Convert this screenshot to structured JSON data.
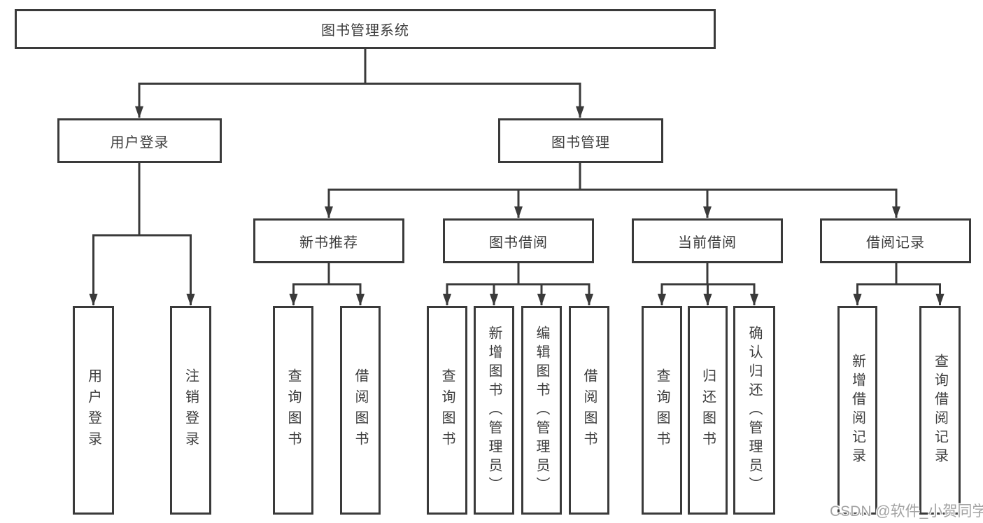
{
  "diagram": {
    "root": {
      "label": "图书管理系统"
    },
    "level2": [
      {
        "label": "用户登录"
      },
      {
        "label": "图书管理"
      }
    ],
    "level3": [
      {
        "label": "新书推荐"
      },
      {
        "label": "图书借阅"
      },
      {
        "label": "当前借阅"
      },
      {
        "label": "借阅记录"
      }
    ],
    "leaves": [
      {
        "label": "用户登录",
        "parent": "用户登录"
      },
      {
        "label": "注销登录",
        "parent": "用户登录"
      },
      {
        "label": "查询图书",
        "parent": "新书推荐"
      },
      {
        "label": "借阅图书",
        "parent": "新书推荐"
      },
      {
        "label": "查询图书",
        "parent": "图书借阅"
      },
      {
        "label": "新增图书（管理员）",
        "parent": "图书借阅"
      },
      {
        "label": "编辑图书（管理员）",
        "parent": "图书借阅"
      },
      {
        "label": "借阅图书",
        "parent": "图书借阅"
      },
      {
        "label": "查询图书",
        "parent": "当前借阅"
      },
      {
        "label": "归还图书",
        "parent": "当前借阅"
      },
      {
        "label": "确认归还（管理员）",
        "parent": "当前借阅"
      },
      {
        "label": "新增借阅记录",
        "parent": "借阅记录"
      },
      {
        "label": "查询借阅记录",
        "parent": "借阅记录"
      }
    ],
    "watermark": "CSDN @软件_小贺同学",
    "colors": {
      "line": "#3a3a3a",
      "text": "#3d3d3d",
      "background": "#ffffff",
      "watermark": "#a3a3a3"
    }
  }
}
